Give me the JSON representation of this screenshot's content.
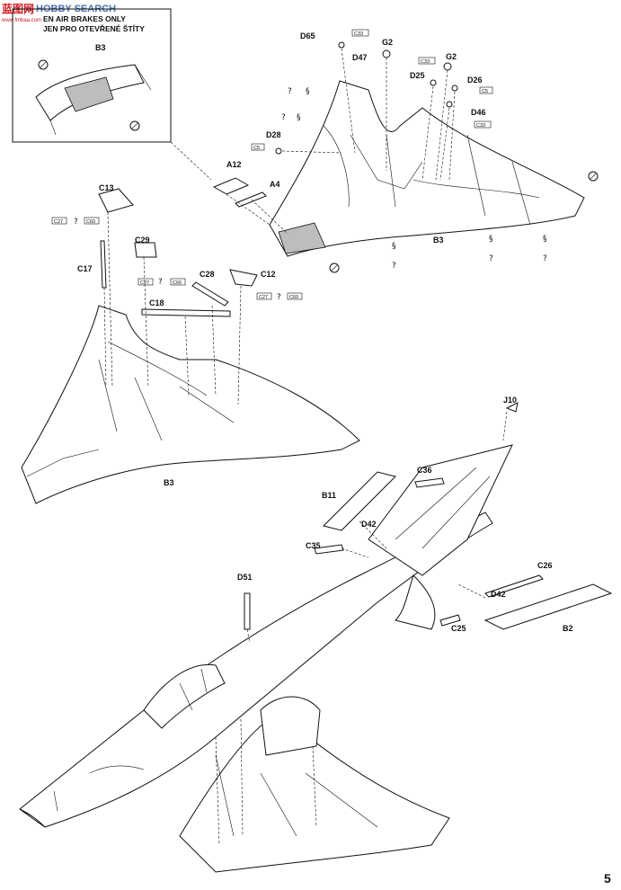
{
  "watermark": {
    "brand": "HOBBY SEARCH",
    "chinese": "蓝图网",
    "url": "www.fmbaa.com"
  },
  "inset_note": {
    "line1": "EN AIR BRAKES ONLY",
    "line2": "JEN PRO OTEVŘENÉ ŠTÍTY",
    "part": "B3"
  },
  "page_number": "5",
  "labels": {
    "D65": "D65",
    "C33a": "C33",
    "D47": "D47",
    "G2a": "G2",
    "C33b": "C33",
    "G2b": "G2",
    "D25": "D25",
    "D26": "D26",
    "C5a": "C5",
    "D46": "D46",
    "C33c": "C33",
    "D28": "D28",
    "C5b": "C5",
    "A12": "A12",
    "A4": "A4",
    "B3_top": "B3",
    "C13": "C13",
    "C27a": "C27",
    "C60a": "C60",
    "C29": "C29",
    "C17": "C17",
    "C27b": "C27",
    "C60b": "C60",
    "C28": "C28",
    "C12": "C12",
    "C27c": "C27",
    "C60c": "C60",
    "C18": "C18",
    "B3_mid": "B3",
    "J10": "J10",
    "C36": "C36",
    "B11": "B11",
    "D42a": "D42",
    "C35": "C35",
    "C26": "C26",
    "D42b": "D42",
    "D51": "D51",
    "C25": "C25",
    "B2": "B2"
  },
  "icons": {
    "optional": "?",
    "glue": "§",
    "remove": "cut-line"
  },
  "colors": {
    "line": "#111111",
    "shade": "#bdbdbd",
    "watermark_red": "#d01c24",
    "watermark_blue": "#4a6fa8"
  }
}
